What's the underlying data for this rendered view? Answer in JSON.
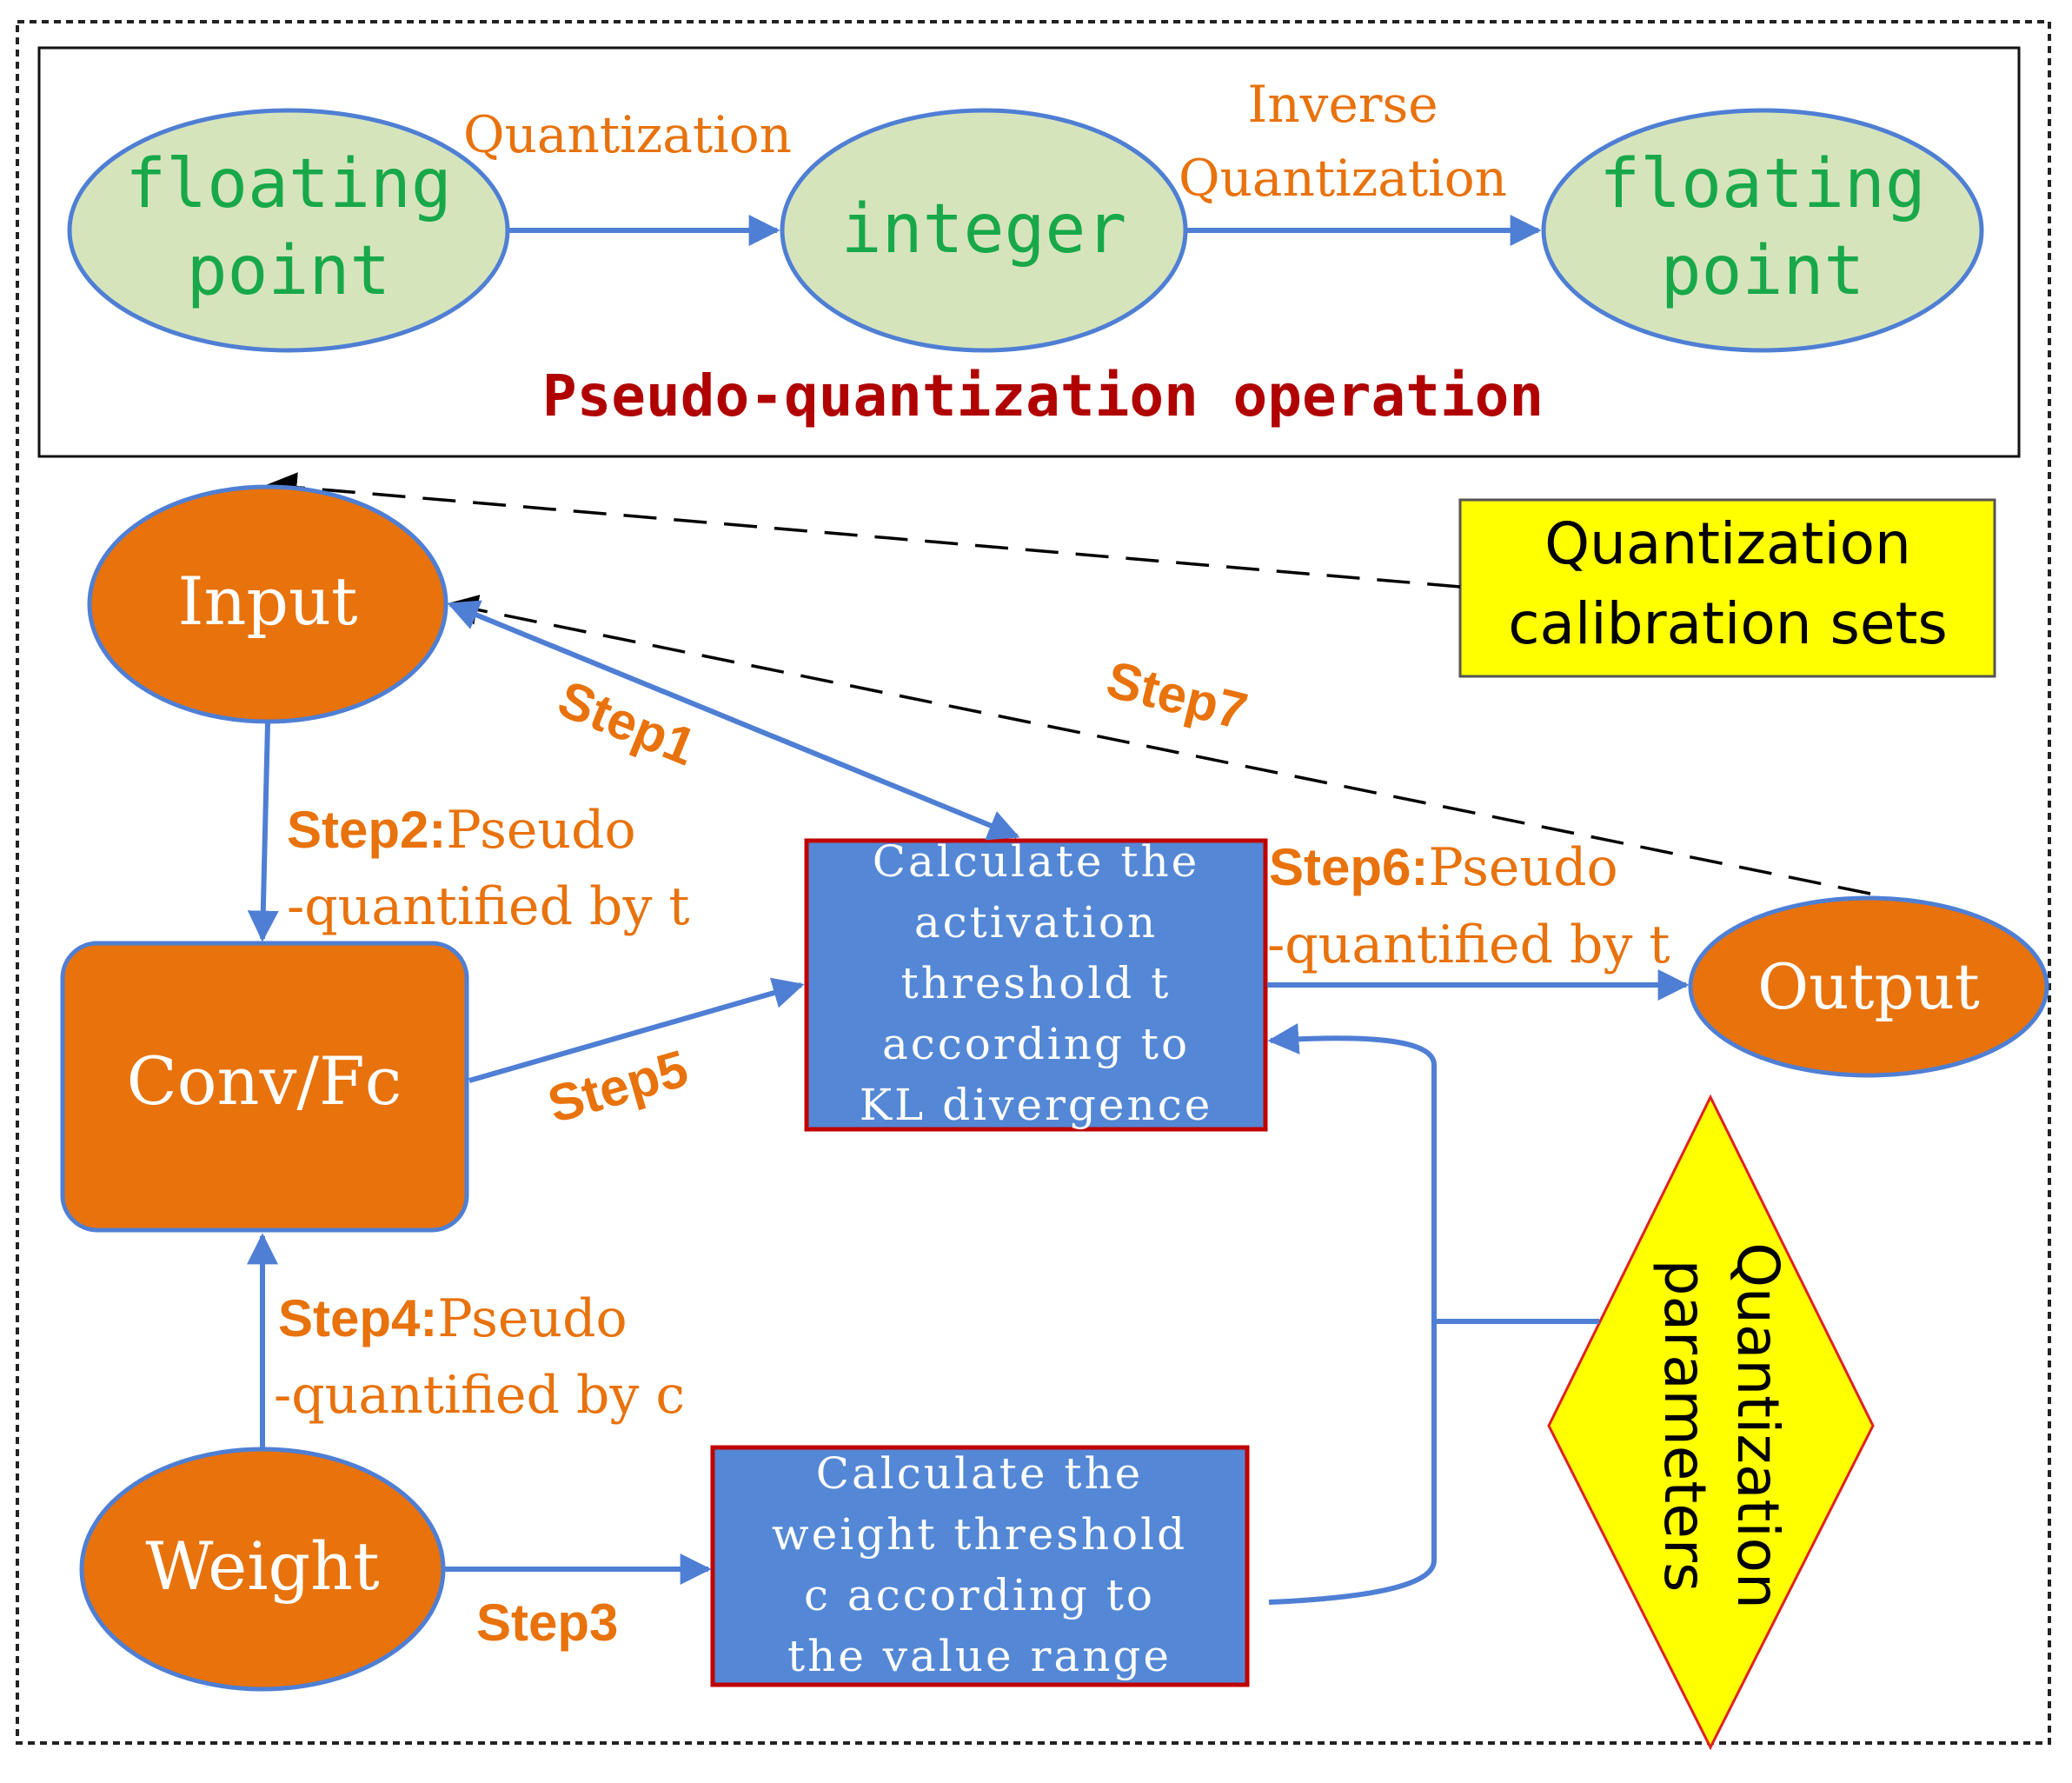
{
  "colors": {
    "green_node_fill": "#d6e4bc",
    "node_stroke": "#4f7fd4",
    "green_text": "#18a84a",
    "orange_fill": "#e8720c",
    "orange_text": "#e8720c",
    "blue_box_fill": "#5488d6",
    "red_border": "#c00000",
    "dark_red_text": "#b00000",
    "yellow": "#ffff00",
    "arrow_blue": "#4f7fd4"
  },
  "top_panel": {
    "node1": {
      "line1": "floating",
      "line2": "point"
    },
    "node2": {
      "label": "integer"
    },
    "node3": {
      "line1": "floating",
      "line2": "point"
    },
    "arrow1_label": "Quantization",
    "arrow2_label_line1": "Inverse",
    "arrow2_label_line2": "Quantization",
    "caption": "Pseudo-quantization operation"
  },
  "nodes": {
    "input": "Input",
    "conv": "Conv/Fc",
    "weight": "Weight",
    "output": "Output",
    "calib": {
      "line1": "Quantization",
      "line2": "calibration sets"
    },
    "params": {
      "line1": "Quantization",
      "line2": "parameters"
    },
    "activation_box": [
      "Calculate the",
      "activation",
      "threshold t",
      "according to",
      "KL divergence"
    ],
    "weight_box": [
      "Calculate the",
      "weight threshold",
      "c according to",
      "the value range"
    ]
  },
  "steps": {
    "step1": "Step1",
    "step2_bold": "Step2:",
    "step2_rest": "Pseudo",
    "step2_line2": "-quantified by t",
    "step3": "Step3",
    "step4_bold": "Step4:",
    "step4_rest": "Pseudo",
    "step4_line2": "-quantified by c",
    "step5": "Step5",
    "step6_bold": "Step6:",
    "step6_rest": "Pseudo",
    "step6_line2": "-quantified by t",
    "step7": "Step7"
  }
}
